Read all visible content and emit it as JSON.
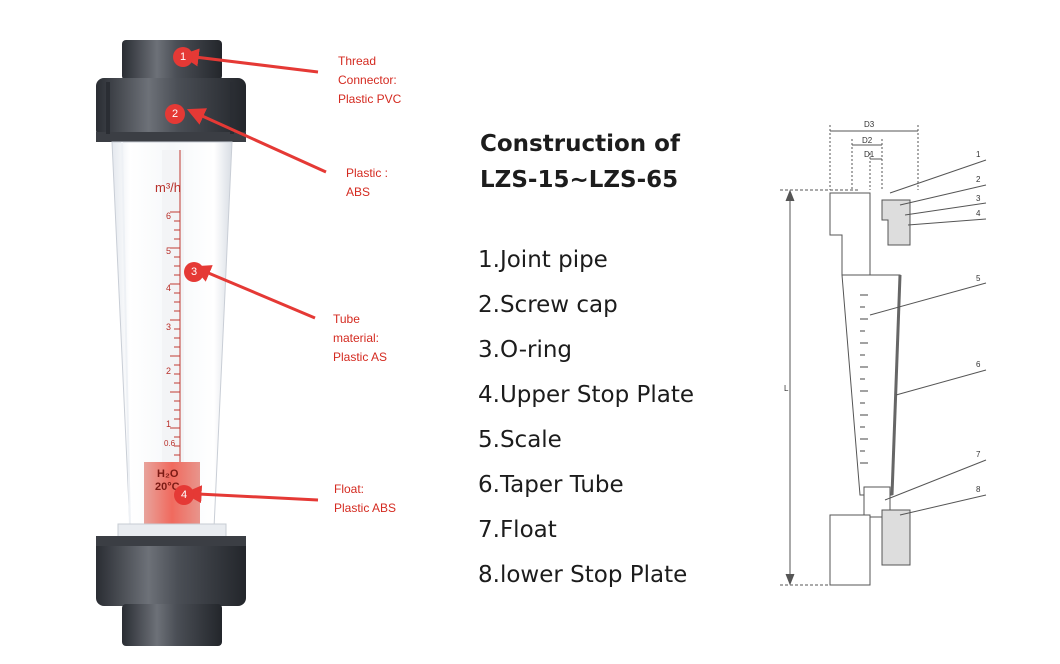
{
  "photo": {
    "scale_unit": "m³/h",
    "scale_ticks": [
      "6",
      "5",
      "4",
      "3",
      "2",
      "1",
      "0.6"
    ],
    "float_label_line1": "H₂O",
    "float_label_line2": "20°C",
    "callouts": [
      {
        "number": "1",
        "text": "Thread\nConnector:\nPlastic PVC"
      },
      {
        "number": "2",
        "text": "Plastic :\nABS"
      },
      {
        "number": "3",
        "text": "Tube\nmaterial:\nPlastic AS"
      },
      {
        "number": "4",
        "text": "Float:\nPlastic ABS"
      }
    ],
    "accent_color": "#e53935"
  },
  "construction": {
    "title_line1": "Construction of",
    "title_line2": "LZS-15~LZS-65",
    "parts": [
      "1.Joint pipe",
      "2.Screw cap",
      "3.O-ring",
      "4.Upper Stop Plate",
      "5.Scale",
      "6.Taper Tube",
      "7.Float",
      "8.lower Stop Plate"
    ]
  },
  "drawing": {
    "dimensions": [
      "D3",
      "D2",
      "D1",
      "L"
    ],
    "part_numbers": [
      "1",
      "2",
      "3",
      "4",
      "5",
      "6",
      "7",
      "8"
    ]
  }
}
